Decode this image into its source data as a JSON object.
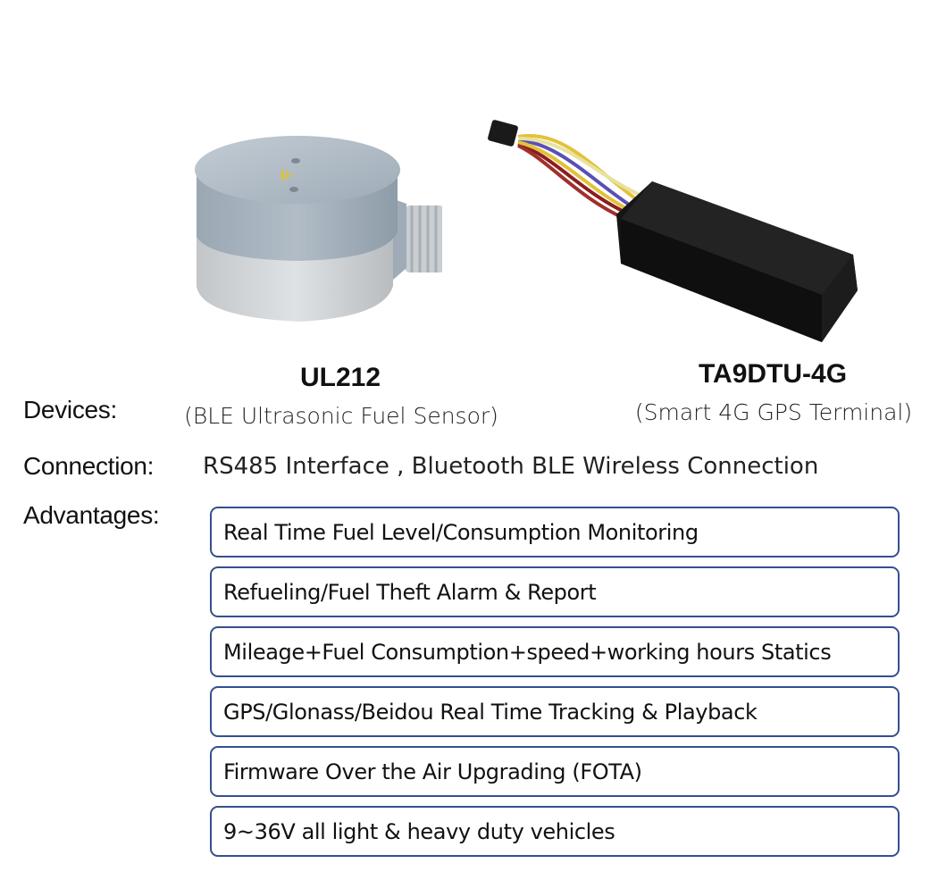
{
  "devices": {
    "label": "Devices:",
    "items": [
      {
        "model": "UL212",
        "description": "(BLE Ultrasonic Fuel Sensor)",
        "image": "ultrasonic-fuel-sensor",
        "colors": {
          "body": "#a9b6c1",
          "base": "#cfd3d6",
          "signal": "#e6c229"
        }
      },
      {
        "model": "TA9DTU-4G",
        "description": "(Smart 4G GPS Terminal)",
        "image": "gps-terminal",
        "colors": {
          "body": "#1b1b1b",
          "wires": [
            "#e2c23a",
            "#5b4fb5",
            "#8b1e1e",
            "#e8e2a0"
          ]
        }
      }
    ]
  },
  "connection": {
    "label": "Connection:",
    "value": "RS485 Interface , Bluetooth BLE Wireless Connection"
  },
  "advantages": {
    "label": "Advantages:",
    "border_color": "#34508e",
    "items": [
      "Real Time Fuel Level/Consumption Monitoring",
      "Refueling/Fuel Theft Alarm & Report",
      "Mileage+Fuel Consumption+speed+working hours Statics",
      "GPS/Glonass/Beidou Real Time Tracking & Playback",
      "Firmware Over the Air Upgrading (FOTA)",
      "9~36V all light & heavy duty vehicles"
    ]
  }
}
